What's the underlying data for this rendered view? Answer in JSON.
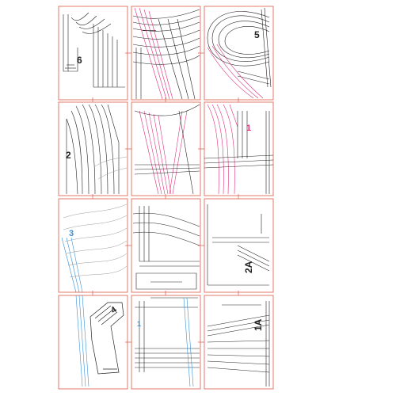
{
  "pattern": {
    "piece_labels": {
      "p6": "6",
      "p5": "5",
      "p2": "2",
      "p1": "1",
      "p3": "3",
      "p2a": "2A",
      "p4": "4",
      "p1a": "1A",
      "p1b": "1"
    },
    "colors": {
      "page_border": "#e06a5a",
      "line_black": "#222222",
      "line_grey": "#9a9a9a",
      "line_pink": "#e0307a",
      "line_blue": "#3a8fd6"
    }
  }
}
